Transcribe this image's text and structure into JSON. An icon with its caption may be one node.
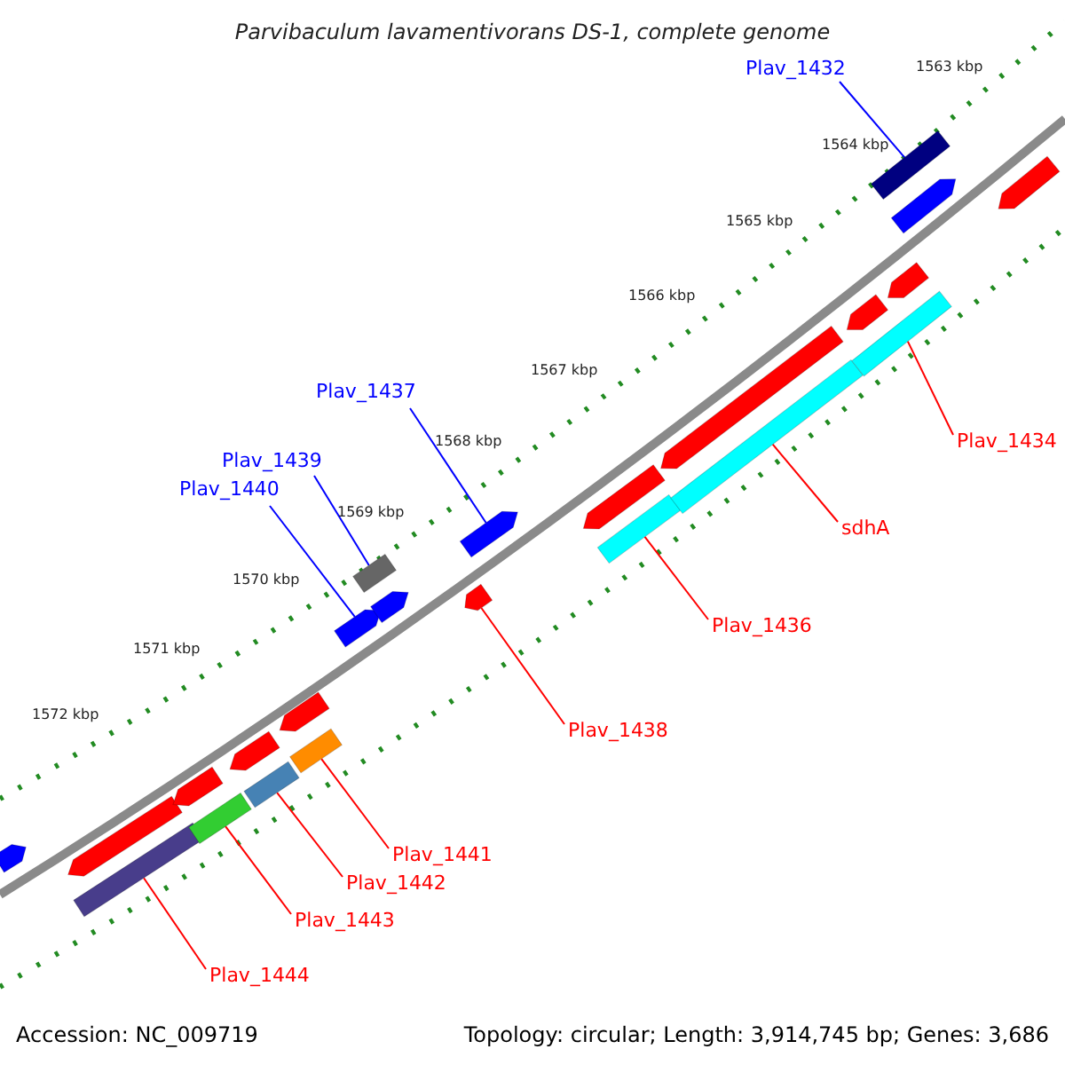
{
  "diagram": {
    "title": "Parvibaculum lavamentivorans DS-1, complete genome",
    "nodes": [
      {
        "text": [
          "Plav_1432"
        ]
      },
      {
        "text": [
          "Plav_1437"
        ]
      },
      {
        "text": [
          "Plav_1439"
        ]
      },
      {
        "text": [
          "Plav_1440"
        ]
      },
      {
        "text": [
          "Plav_1434"
        ]
      },
      {
        "text": [
          "sdhA"
        ]
      },
      {
        "text": [
          "Plav_1436"
        ]
      },
      {
        "text": [
          "Plav_1438"
        ]
      },
      {
        "text": [
          "Plav_1441"
        ]
      },
      {
        "text": [
          "Plav_1442"
        ]
      },
      {
        "text": [
          "Plav_1443"
        ]
      },
      {
        "text": [
          "Plav_1444"
        ]
      },
      {
        "text": [],
        "shape": "bar"
      },
      {
        "text": [],
        "shape": "bar"
      },
      {
        "text": [],
        "shape": "bar"
      },
      {
        "text": [],
        "shape": "bar"
      },
      {
        "text": [],
        "shape": "bar"
      },
      {
        "text": [],
        "shape": "bar"
      },
      {
        "text": [],
        "shape": "bar"
      },
      {
        "text": [],
        "shape": "bar"
      },
      {
        "text": [],
        "shape": "bar"
      },
      {
        "text": [],
        "shape": "bar"
      },
      {
        "text": [],
        "shape": "bar"
      },
      {
        "text": [],
        "shape": "bar"
      },
      {
        "text": [],
        "shape": "bar"
      },
      {
        "text": [],
        "shape": "bar"
      },
      {
        "text": [],
        "shape": "bar"
      },
      {
        "text": [],
        "shape": "bar"
      },
      {
        "text": [],
        "shape": "bar"
      },
      {
        "text": [],
        "shape": "bar"
      },
      {
        "text": [],
        "shape": "bar"
      },
      {
        "text": [],
        "shape": "bar"
      },
      {
        "text": [],
        "shape": "bar"
      },
      {
        "text": [],
        "shape": "bar"
      },
      {
        "text": [],
        "shape": "bar"
      },
      {
        "text": [],
        "shape": "bar"
      }
    ],
    "edges": [
      {
        "from": 0,
        "to": 33,
        "arrow": "none",
        "color": "#0000ff"
      },
      {
        "from": 1,
        "to": 25,
        "arrow": "none",
        "color": "#0000ff"
      },
      {
        "from": 2,
        "to": 22,
        "arrow": "none",
        "color": "#0000ff"
      },
      {
        "from": 3,
        "to": 21,
        "arrow": "none",
        "color": "#0000ff"
      },
      {
        "from": 4,
        "to": 31,
        "arrow": "none"
      },
      {
        "from": 5,
        "to": 29,
        "arrow": "none"
      },
      {
        "from": 6,
        "to": 27,
        "arrow": "none"
      },
      {
        "from": 7,
        "to": 24,
        "arrow": "none"
      },
      {
        "from": 8,
        "to": 20,
        "arrow": "none"
      },
      {
        "from": 9,
        "to": 18,
        "arrow": "none"
      },
      {
        "from": 10,
        "to": 16,
        "arrow": "none"
      },
      {
        "from": 11,
        "to": 14,
        "arrow": "none"
      }
    ],
    "labels": [
      "1563 kbp",
      "1564 kbp",
      "1565 kbp",
      "1566 kbp",
      "1567 kbp",
      "1568 kbp",
      "1569 kbp",
      "1570 kbp",
      "1571 kbp",
      "1572 kbp",
      "Accession: NC_009719",
      "Topology: circular; Length: 3,914,745 bp; Genes: 3,686"
    ]
  }
}
